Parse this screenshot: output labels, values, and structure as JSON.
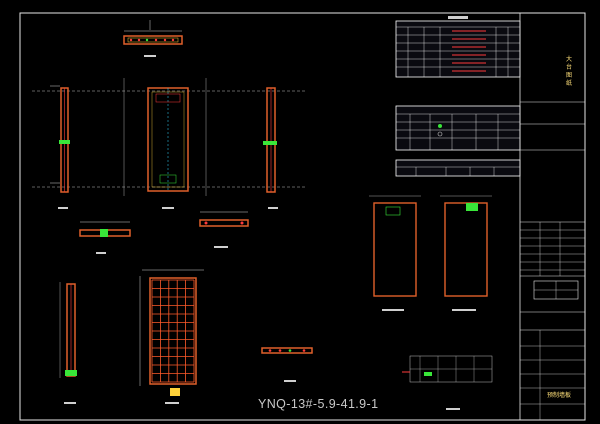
{
  "drawing": {
    "sheet_caption": "YNQ-13#-5.9-41.9-1"
  },
  "title_block": {
    "top_glyphs": "大 台 图 纸",
    "bottom_label": "预制墙板"
  },
  "colors": {
    "background": "#000000",
    "frame": "#e6e6e6",
    "panel_outline": "#e0602a",
    "rebar_red": "#ff3b3b",
    "accent_green": "#39e639",
    "accent_cyan": "#35d7ff",
    "accent_yellow": "#ffd23a",
    "table_line": "#ffffff",
    "table_fill": "#0a0a10",
    "label_text": "#cfcfcf"
  }
}
